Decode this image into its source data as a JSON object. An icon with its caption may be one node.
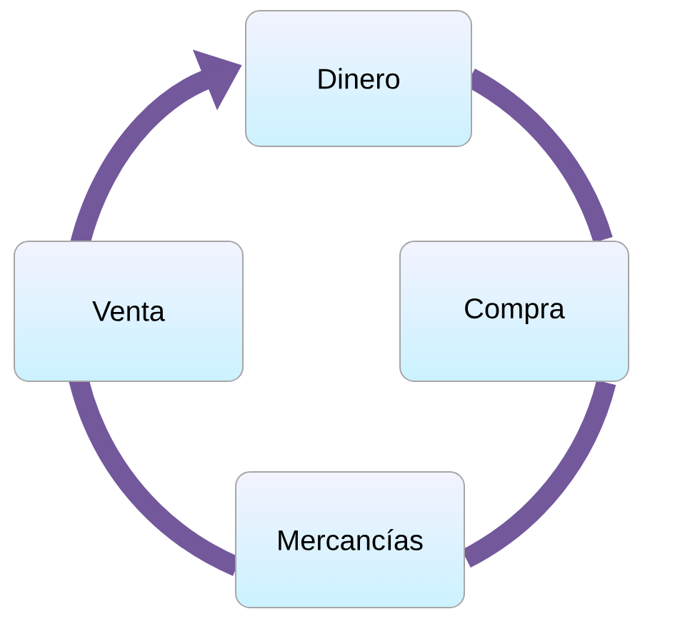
{
  "diagram": {
    "nodes": [
      {
        "text": [
          "Dinero"
        ]
      },
      {
        "text": [
          "Compra"
        ]
      },
      {
        "text": [
          "Mercancías"
        ]
      },
      {
        "text": [
          "Venta"
        ]
      }
    ],
    "edges": [
      {
        "from": 3,
        "to": 0,
        "arrow": "to"
      },
      {
        "from": 0,
        "to": 1,
        "arrow": "none"
      },
      {
        "from": 1,
        "to": 2,
        "arrow": "none"
      },
      {
        "from": 2,
        "to": 3,
        "arrow": "none"
      }
    ]
  }
}
